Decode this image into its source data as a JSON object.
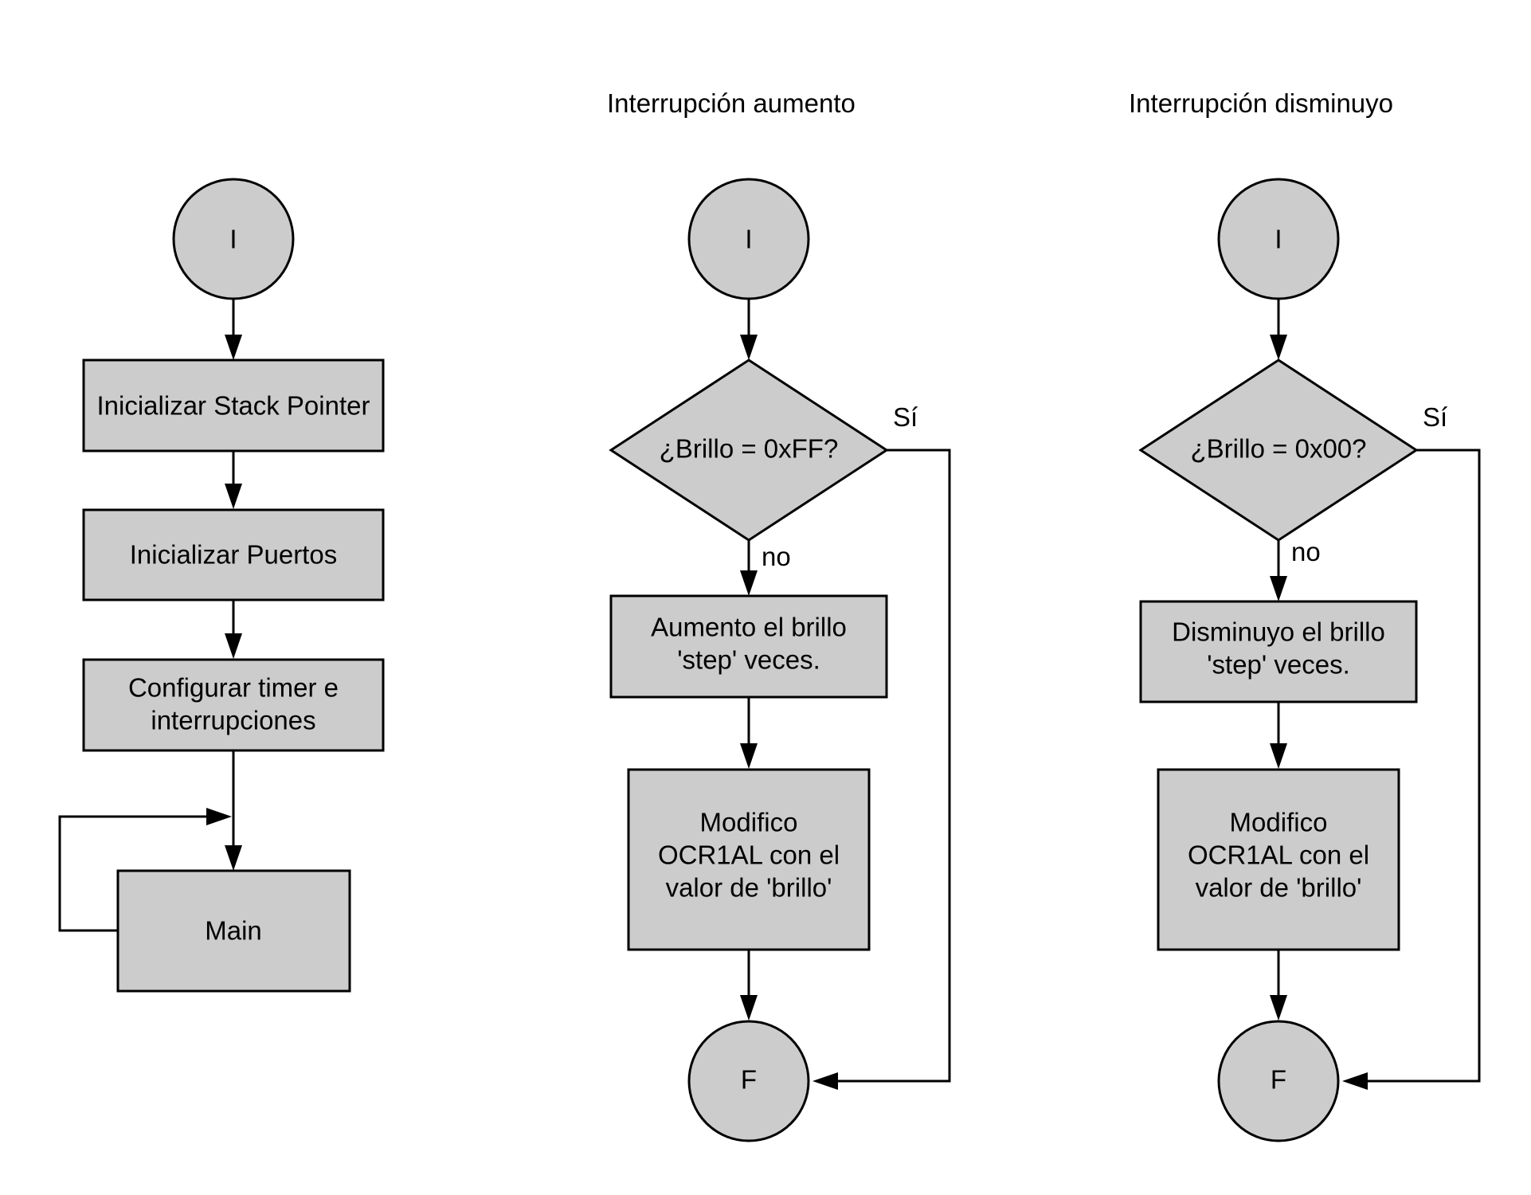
{
  "titles": {
    "aumento": "Interrupción aumento",
    "disminuyo": "Interrupción disminuyo"
  },
  "main_flow": {
    "start": "I",
    "init_sp": "Inicializar Stack Pointer",
    "init_ports": "Inicializar Puertos",
    "config_timer": [
      "Configurar timer e",
      "interrupciones"
    ],
    "main": "Main"
  },
  "aumento_flow": {
    "start": "I",
    "decision": "¿Brillo = 0xFF?",
    "yes_label": "Sí",
    "no_label": "no",
    "step": [
      "Aumento el brillo",
      "'step' veces."
    ],
    "modify": [
      "Modifico",
      "OCR1AL con el",
      "valor de 'brillo'"
    ],
    "end": "F"
  },
  "disminuyo_flow": {
    "start": "I",
    "decision": "¿Brillo = 0x00?",
    "yes_label": "Sí",
    "no_label": "no",
    "step": [
      "Disminuyo el brillo",
      "'step' veces."
    ],
    "modify": [
      "Modifico",
      "OCR1AL con el",
      "valor de 'brillo'"
    ],
    "end": "F"
  },
  "colors": {
    "node_fill": "#cccccc",
    "stroke": "#000000",
    "background": "#ffffff"
  }
}
